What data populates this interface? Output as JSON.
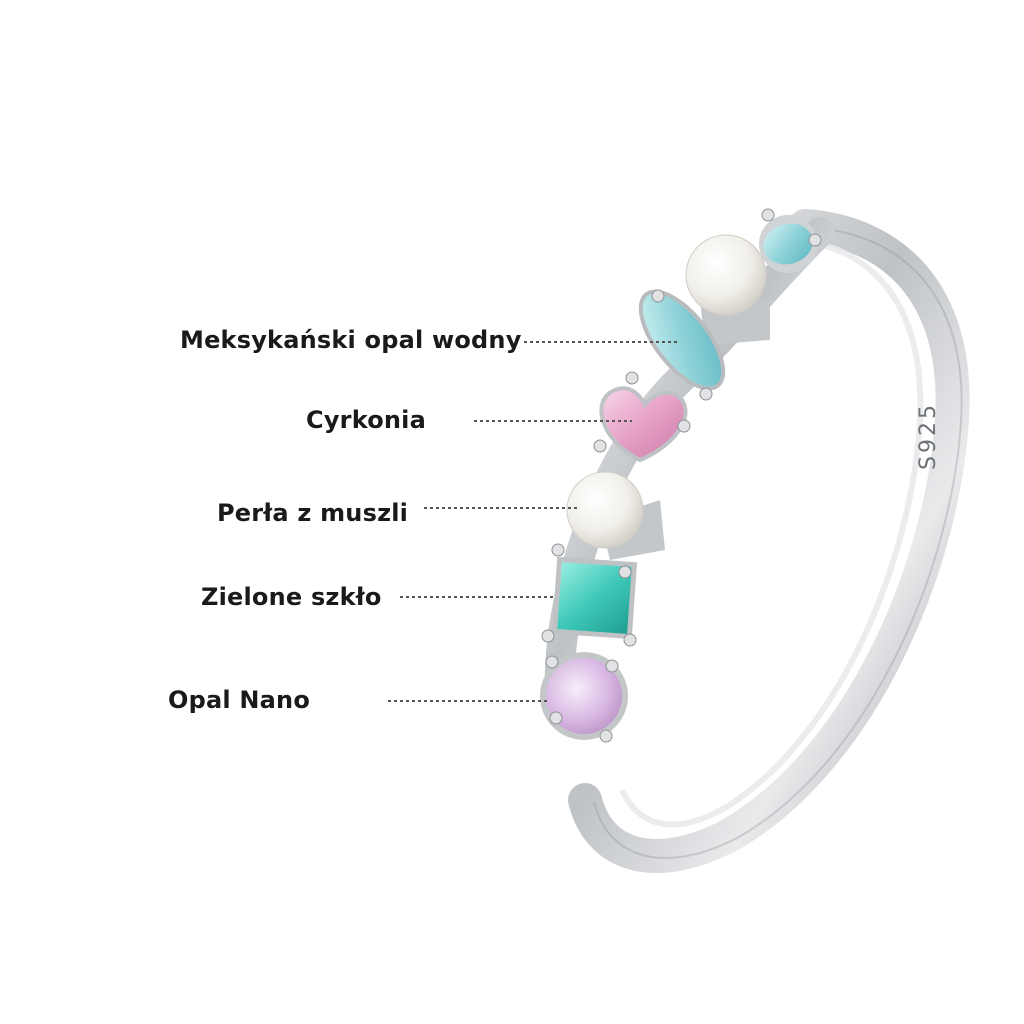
{
  "labels": {
    "mexican_water_opal": "Meksykański opal wodny",
    "zirconia": "Cyrkonia",
    "shell_pearl": "Perła z muszli",
    "green_glass": "Zielone szkło",
    "nano_opal": "Opal Nano"
  },
  "engraving": "S925",
  "colors": {
    "background": "#ffffff",
    "label_text": "#1a1a1a",
    "leader_line": "#555555",
    "silver": "#c8cacc",
    "mexican_opal": "#8fd3d9",
    "zirconia": "#e6a0c6",
    "pearl": "#f3f1ec",
    "green_glass": "#3fc9b9",
    "nano_opal": "#d9b8e3"
  }
}
